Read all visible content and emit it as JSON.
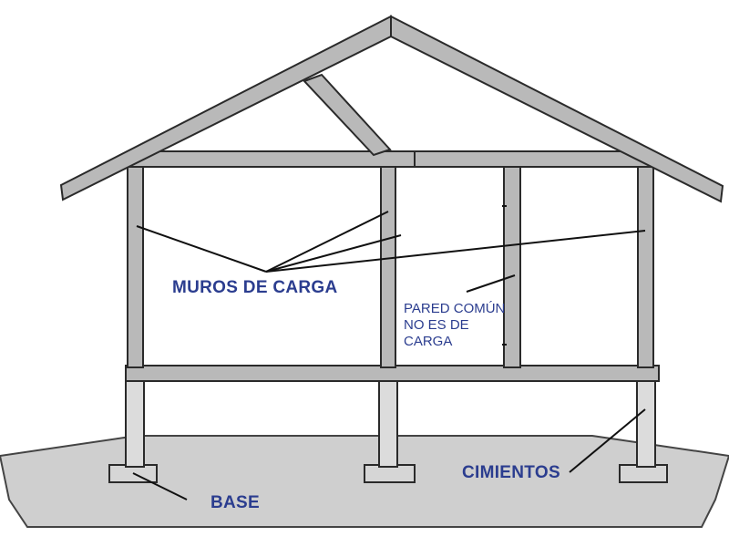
{
  "labels": {
    "muros_de_carga": "MUROS DE CARGA",
    "pared_comun_line1": "PARED COMÚN",
    "pared_comun_line2": "NO ES DE",
    "pared_comun_line3": "CARGA",
    "cimientos": "CIMIENTOS",
    "base": "BASE"
  },
  "colors": {
    "label_text": "#2b3d8f",
    "beam_fill": "#b9b9b9",
    "beam_stroke": "#2a2a2a",
    "ground_fill": "#cfcfcf",
    "leader_line": "#111111"
  }
}
